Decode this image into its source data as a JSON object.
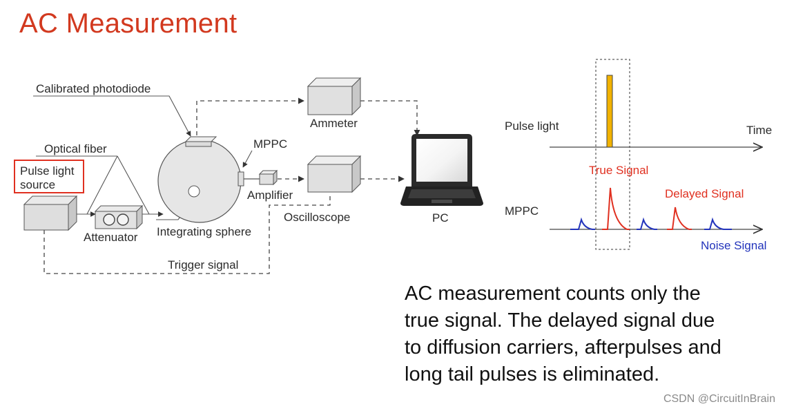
{
  "slide": {
    "title": "AC Measurement",
    "body_lines": [
      "AC measurement counts only the",
      "true signal. The  delayed signal due",
      "to diffusion carriers, afterpulses and",
      "long tail pulses is eliminated."
    ],
    "watermark": "CSDN @CircuitInBrain"
  },
  "setup": {
    "calibrated_photodiode": "Calibrated photodiode",
    "optical_fiber": "Optical fiber",
    "pulse_light_source_line1": "Pulse light",
    "pulse_light_source_line2": "source",
    "attenuator": "Attenuator",
    "integrating_sphere": "Integrating sphere",
    "mppc": "MPPC",
    "amplifier": "Amplifier",
    "ammeter": "Ammeter",
    "oscilloscope": "Oscilloscope",
    "pc": "PC",
    "trigger_signal": "Trigger signal"
  },
  "timing": {
    "pulse_light": "Pulse light",
    "time": "Time",
    "mppc": "MPPC",
    "true_signal": "True Signal",
    "delayed_signal": "Delayed Signal",
    "noise_signal": "Noise Signal"
  },
  "colors": {
    "title": "#d2391f",
    "pulse_bar": "#f2b200",
    "true_signal": "#e03020",
    "delayed_signal": "#e03020",
    "noise_signal": "#2233bb",
    "source_highlight": "#e03020"
  }
}
